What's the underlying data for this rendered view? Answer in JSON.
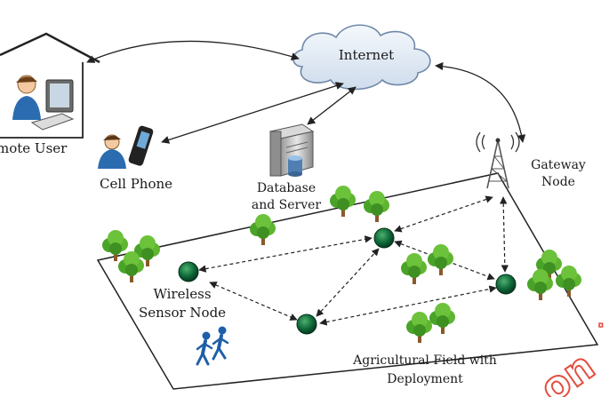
{
  "labels": {
    "internet": "Internet",
    "remote_user": "mote User",
    "cell_phone": "Cell Phone",
    "database_line1": "Database",
    "database_line2": "and Server",
    "gateway_line1": "Gateway",
    "gateway_line2": "Node",
    "wsn_line1": "Wireless",
    "wsn_line2": "Sensor Node",
    "field_line1": "Agricultural Field with",
    "field_line2": "Deployment"
  },
  "watermark": "on",
  "colors": {
    "cloud_fill": "#e6eef7",
    "node_green": "#0f6a3a",
    "tree_green": "#5fb52f",
    "trunk": "#8a5a2b",
    "people_blue": "#1f5fa8",
    "watermark_red": "#e0301e"
  },
  "icons": [
    "house-icon",
    "computer-icon",
    "user-icon",
    "cell-phone-icon",
    "server-icon",
    "database-icon",
    "antenna-icon",
    "sensor-node-icon",
    "tree-icon",
    "people-icon"
  ]
}
